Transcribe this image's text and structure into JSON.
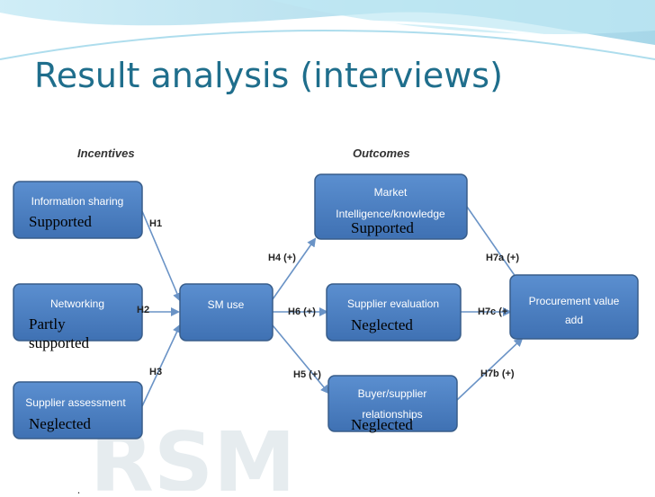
{
  "slide": {
    "title": "Result analysis (interviews)"
  },
  "watermark": {
    "text": "RSM"
  },
  "colors": {
    "title": "#1f6e8c",
    "box_fill": "#4f81bd",
    "box_stroke": "#385d8a",
    "arrow": "#6a93c6",
    "wave": "#7ec4dd"
  },
  "diagram": {
    "headers": {
      "incentives": "Incentives",
      "outcomes": "Outcomes"
    },
    "boxes": {
      "information_sharing": "Information sharing",
      "networking": "Networking",
      "supplier_assessment": "Supplier assessment",
      "sm_use": "SM use",
      "market_line1": "Market",
      "market_line2": "Intelligence/knowledge",
      "supplier_evaluation": "Supplier evaluation",
      "buyer_line1": "Buyer/supplier",
      "buyer_line2": "relationships",
      "procurement_line1": "Procurement value",
      "procurement_line2": "add"
    },
    "hypotheses": {
      "h1": "H1",
      "h2": "H2",
      "h3": "H3",
      "h4": "H4 (+)",
      "h5": "H5 (+)",
      "h6": "H6 (+)",
      "h7a": "H7a (+)",
      "h7b": "H7b (+)",
      "h7c": "H7c (+"
    },
    "results": {
      "information_sharing": "Supported",
      "networking": "Partly supported",
      "supplier_assessment": "Neglected",
      "market": "Supported",
      "supplier_evaluation": "Neglected",
      "buyer_supplier": "Neglected"
    }
  },
  "footer": {
    "dot": "."
  }
}
